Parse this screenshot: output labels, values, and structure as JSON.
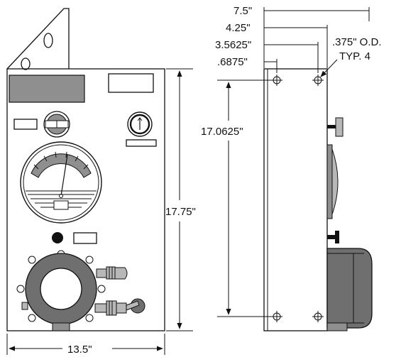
{
  "dimensions": {
    "front_width": "13.5\"",
    "front_height": "17.75\"",
    "side_top_1": "7.5\"",
    "side_top_2": "4.25\"",
    "side_top_3": "3.5625\"",
    "side_top_4": ".6875\"",
    "hole_spacing": "17.0625\"",
    "hole_note_1": ".375\" O.D.",
    "hole_note_2": "TYP. 4"
  },
  "colors": {
    "gray": "#8f8f8f",
    "dark_gray": "#6f6f6f",
    "light_gray": "#b8b8b8",
    "line": "#111111"
  }
}
